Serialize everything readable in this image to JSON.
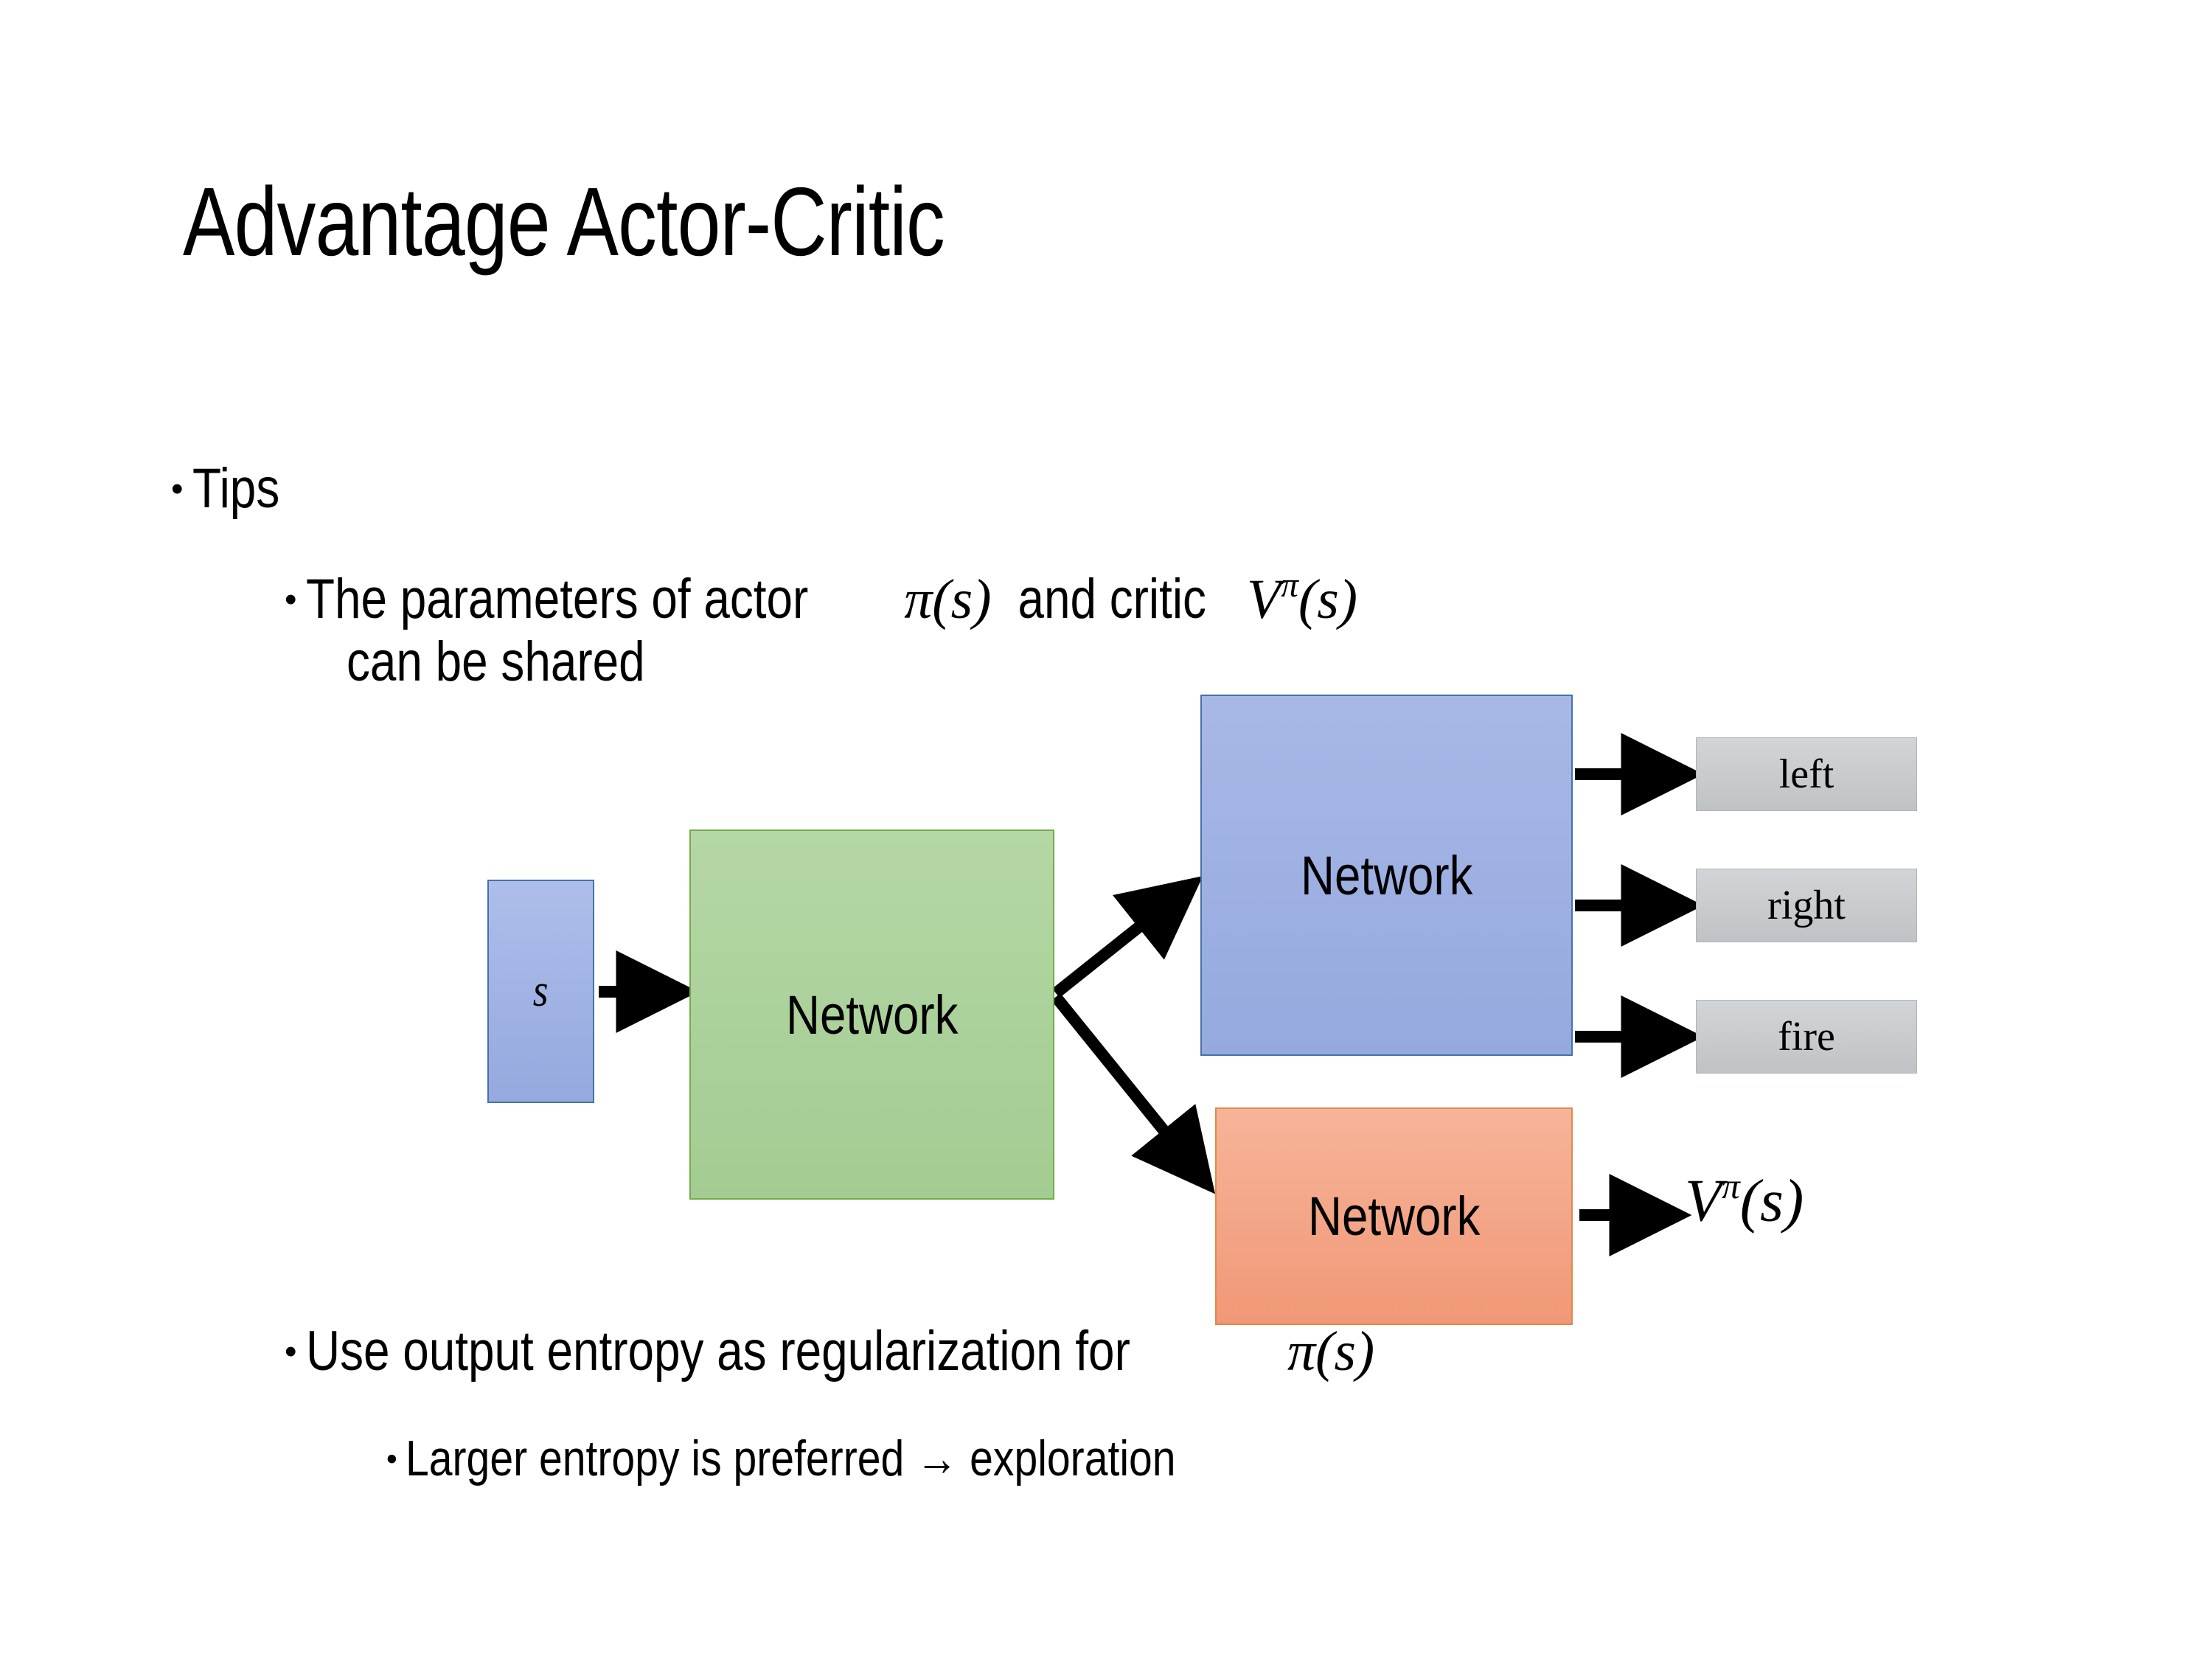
{
  "slide": {
    "title": "Advantage Actor-Critic",
    "background_color": "#ffffff"
  },
  "bullets": [
    {
      "level": 1,
      "bullet_glyph": "•",
      "text": "Tips"
    },
    {
      "level": 2,
      "bullet_glyph": "•",
      "text_before": "The parameters of actor ",
      "math_1": "π(s)",
      "text_middle": "  and critic ",
      "math_2_base": "V",
      "math_2_sup": "π",
      "math_2_arg": "(s)"
    },
    {
      "level": 2,
      "continuation": true,
      "text": "can be shared"
    },
    {
      "level": 2,
      "bullet_glyph": "•",
      "text_before": "Use output entropy as regularization for ",
      "math_1": "π(s)"
    },
    {
      "level": 3,
      "bullet_glyph": "•",
      "text": "Larger entropy is preferred → exploration"
    }
  ],
  "text": {
    "tips": "Tips",
    "params_before": "The parameters of actor ",
    "params_pi": "π(s)",
    "params_middle": "  and critic ",
    "params_v": "V",
    "params_v_sup": "π",
    "params_v_arg": "(s)",
    "can_be_shared": "can be shared",
    "entropy_before": "Use output entropy as regularization for ",
    "entropy_pi": "π(s)",
    "larger_entropy": "Larger entropy is preferred → exploration",
    "bullet_glyph": "•"
  },
  "diagram": {
    "nodes": [
      {
        "id": "state",
        "label": "s",
        "shape": "rect",
        "color": "#9db0e2",
        "border": "#4472a8",
        "style": "math-italic"
      },
      {
        "id": "shared",
        "label": "Network",
        "shape": "rect",
        "color": "#aed49e",
        "border": "#70ad47"
      },
      {
        "id": "actor",
        "label": "Network",
        "shape": "rect",
        "color": "#9db0e2",
        "border": "#4472a8"
      },
      {
        "id": "critic",
        "label": "Network",
        "shape": "rect",
        "color": "#f4a383",
        "border": "#e08a4e"
      },
      {
        "id": "action-left",
        "label": "left",
        "shape": "rect",
        "color": "#c8ccd0",
        "border": "#b0b4b8"
      },
      {
        "id": "action-right",
        "label": "right",
        "shape": "rect",
        "color": "#c8ccd0",
        "border": "#b0b4b8"
      },
      {
        "id": "action-fire",
        "label": "fire",
        "shape": "rect",
        "color": "#c8ccd0",
        "border": "#b0b4b8"
      }
    ],
    "value_output": {
      "base": "V",
      "sup": "π",
      "arg": "(s)"
    },
    "edges": [
      {
        "from": "state",
        "to": "shared"
      },
      {
        "from": "shared",
        "to": "actor"
      },
      {
        "from": "shared",
        "to": "critic"
      },
      {
        "from": "actor",
        "to": "action-left"
      },
      {
        "from": "actor",
        "to": "action-right"
      },
      {
        "from": "actor",
        "to": "action-fire"
      },
      {
        "from": "critic",
        "to": "value_output"
      }
    ]
  },
  "colors": {
    "green_fill": "#aed49e",
    "green_border": "#70ad47",
    "blue_fill": "#9db0e2",
    "blue_border": "#4472a8",
    "orange_fill": "#f4a383",
    "orange_border": "#e08a4e",
    "gray_fill": "#c8ccd0",
    "gray_border": "#b0b4b8",
    "text": "#000000",
    "background": "#ffffff"
  }
}
